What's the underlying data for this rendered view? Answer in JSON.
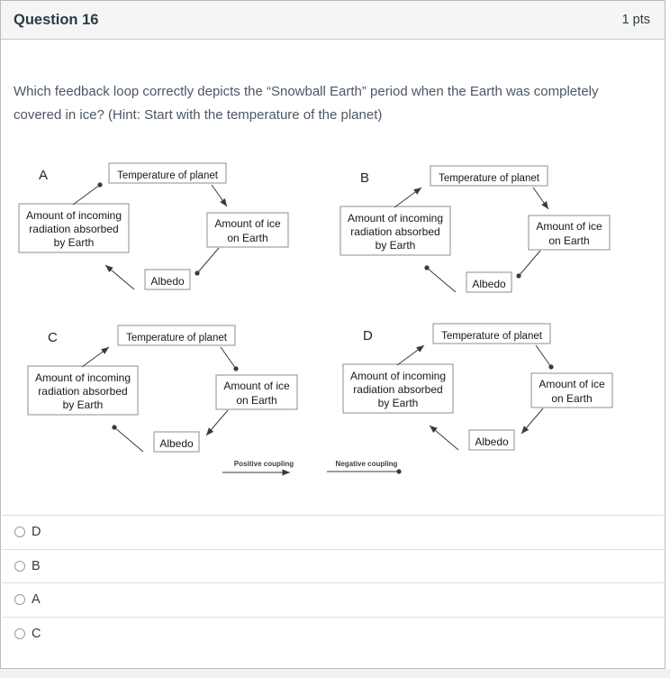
{
  "header": {
    "title": "Question 16",
    "points": "1 pts"
  },
  "question": {
    "text": "Which feedback loop correctly depicts the “Snowball Earth” period when the Earth was completely covered in ice? (Hint: Start with the temperature of the planet)"
  },
  "figure": {
    "nodes": {
      "temperature": "Temperature of planet",
      "radiation": [
        "Amount of incoming",
        "radiation absorbed",
        "by Earth"
      ],
      "ice": [
        "Amount of ice",
        "on Earth"
      ],
      "albedo": "Albedo"
    },
    "diagrams": [
      {
        "label": "A",
        "couplings": {
          "radiation_to_temperature": "negative",
          "temperature_to_ice": "positive",
          "ice_to_albedo": "negative",
          "albedo_to_radiation": "positive"
        }
      },
      {
        "label": "B",
        "couplings": {
          "radiation_to_temperature": "positive",
          "temperature_to_ice": "positive",
          "ice_to_albedo": "negative",
          "albedo_to_radiation": "negative"
        }
      },
      {
        "label": "C",
        "couplings": {
          "radiation_to_temperature": "positive",
          "temperature_to_ice": "negative",
          "ice_to_albedo": "positive",
          "albedo_to_radiation": "negative"
        }
      },
      {
        "label": "D",
        "couplings": {
          "radiation_to_temperature": "positive",
          "temperature_to_ice": "negative",
          "ice_to_albedo": "positive",
          "albedo_to_radiation": "positive"
        }
      }
    ],
    "legend": {
      "positive_label": "Positive coupling",
      "negative_label": "Negative coupling"
    }
  },
  "options": [
    {
      "label": "D"
    },
    {
      "label": "B"
    },
    {
      "label": "A"
    },
    {
      "label": "C"
    }
  ],
  "colors": {
    "header_bg": "#f5f5f5",
    "header_text": "#2d3b45",
    "question_text": "#4b5763",
    "card_border": "#b5bbc1",
    "divider": "#dadde0",
    "diagram_ink": "#3a3a3a"
  }
}
